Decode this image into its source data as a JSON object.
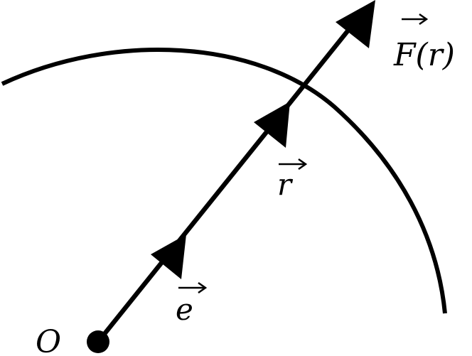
{
  "labels": {
    "origin": "O",
    "unit_vector": "e",
    "position_vector": "r",
    "force": "F(r)"
  },
  "colors": {
    "ink": "#000000",
    "background": "#ffffff"
  }
}
